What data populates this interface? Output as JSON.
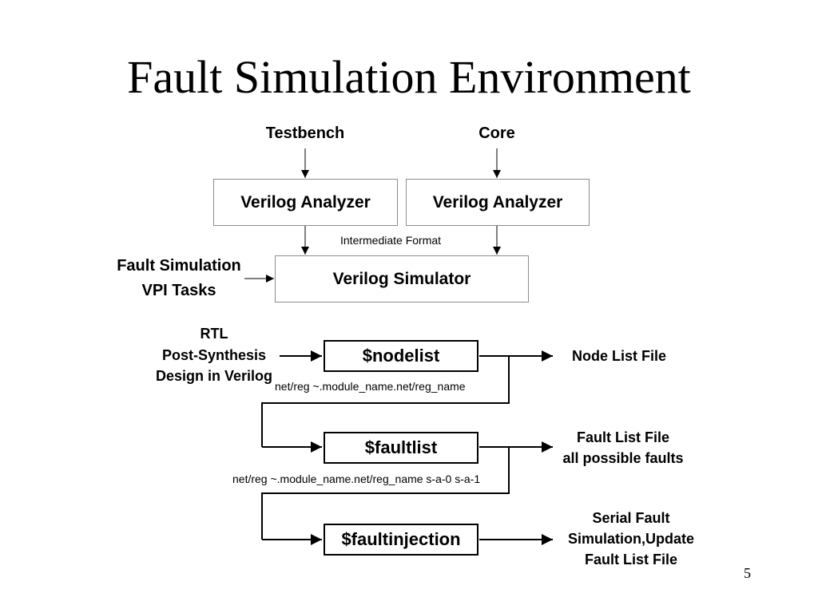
{
  "slide": {
    "title": "Fault Simulation Environment",
    "page_number": "5"
  },
  "inputs": {
    "testbench": "Testbench",
    "core": "Core",
    "vpi_line1": "Fault Simulation",
    "vpi_line2": "VPI Tasks",
    "rtl_line1": "RTL",
    "rtl_line2": "Post-Synthesis",
    "rtl_line3": "Design in Verilog"
  },
  "boxes": {
    "analyzer_left": "Verilog Analyzer",
    "analyzer_right": "Verilog Analyzer",
    "simulator": "Verilog Simulator",
    "nodelist": "$nodelist",
    "faultlist": "$faultlist",
    "faultinjection": "$faultinjection"
  },
  "notes": {
    "intermediate": "Intermediate Format",
    "nodelist_format": "net/reg  ~.module_name.net/reg_name",
    "faultlist_format": "net/reg  ~.module_name.net/reg_name  s-a-0  s-a-1"
  },
  "outputs": {
    "node_list_file": "Node List File",
    "fault_list_line1": "Fault List File",
    "fault_list_line2": "all possible faults",
    "serial_line1": "Serial Fault",
    "serial_line2": "Simulation,Update",
    "serial_line3": "Fault List File"
  }
}
